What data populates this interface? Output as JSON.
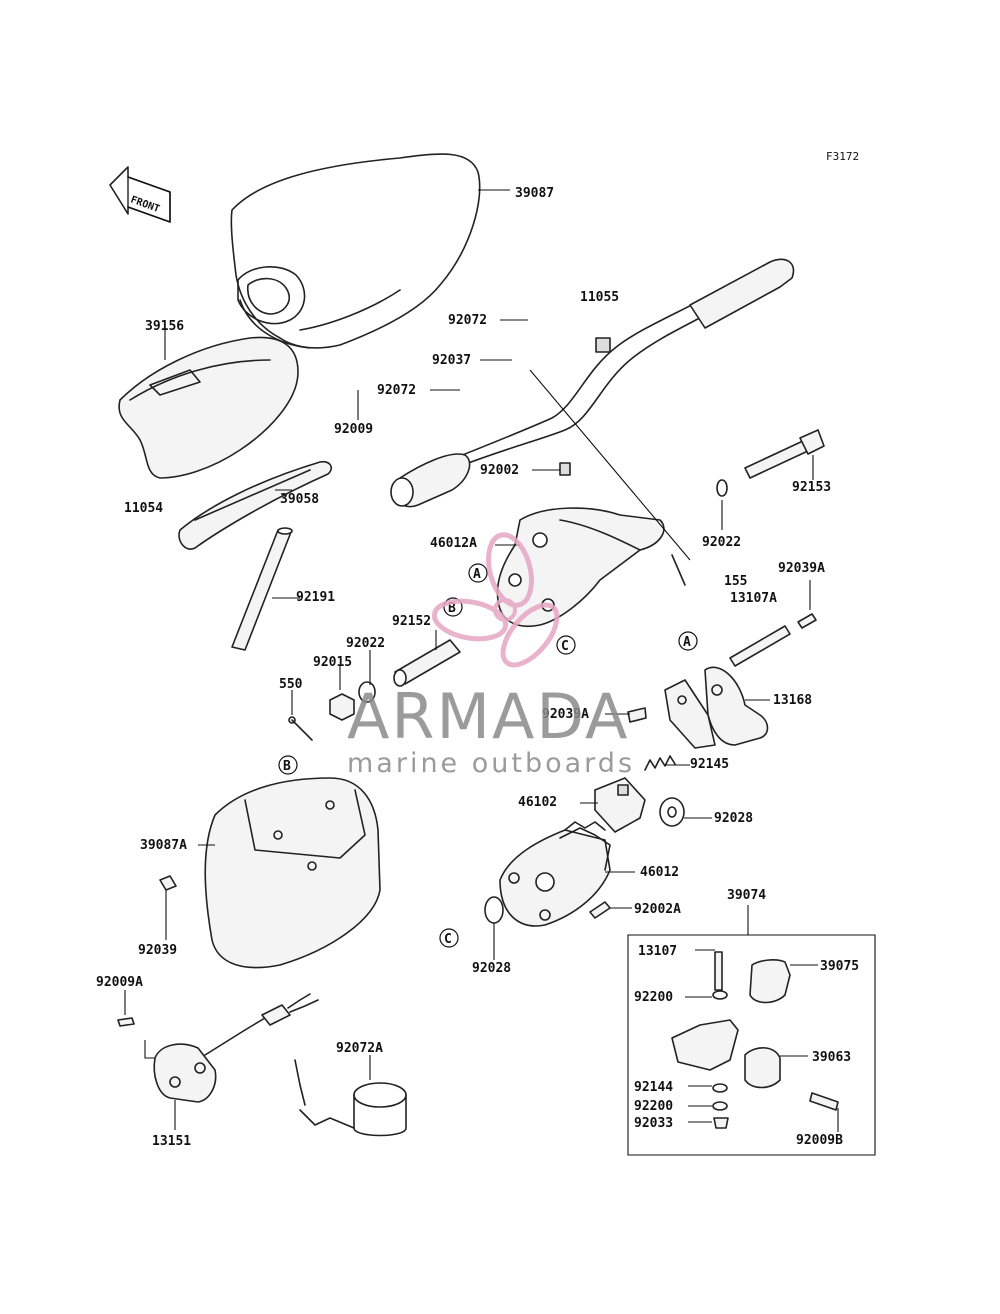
{
  "figure_code": "F3172",
  "front_label": "FRONT",
  "watermark": {
    "brand": "ARMADA",
    "tagline": "marine outboards",
    "color": "#e6a6c4"
  },
  "callouts": [
    "A",
    "B",
    "C"
  ],
  "parts": {
    "p39087": "39087",
    "p11055": "11055",
    "p39156": "39156",
    "p92072_top": "92072",
    "p92037": "92037",
    "p92072_mid": "92072",
    "p92009": "92009",
    "p92002": "92002",
    "p92153": "92153",
    "p11054": "11054",
    "p39058": "39058",
    "p92022_right": "92022",
    "p46012A": "46012A",
    "p155": "155",
    "p92039A_top": "92039A",
    "p13107A": "13107A",
    "p92191": "92191",
    "p92152": "92152",
    "p92022_left": "92022",
    "p92015": "92015",
    "p550": "550",
    "p13168": "13168",
    "p92039A_mid": "92039A",
    "p92145": "92145",
    "p46102": "46102",
    "p92028_right": "92028",
    "p39087A": "39087A",
    "p46012": "46012",
    "p39074": "39074",
    "p92002A": "92002A",
    "p92039": "92039",
    "p92028_bottom": "92028",
    "p13107": "13107",
    "p39075": "39075",
    "p92009A": "92009A",
    "p92200_top": "92200",
    "p92072A": "92072A",
    "p39063": "39063",
    "p92144": "92144",
    "p92200_bottom": "92200",
    "p92033": "92033",
    "p13151": "13151",
    "p92009B": "92009B"
  }
}
